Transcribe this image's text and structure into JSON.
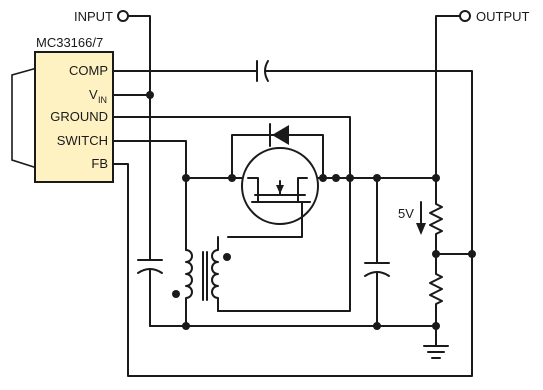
{
  "diagram": {
    "ic_part": "MC33166/7",
    "pins": {
      "comp": "COMP",
      "vin_main": "V",
      "vin_sub": "IN",
      "ground": "GROUND",
      "switch": "SWITCH",
      "fb": "FB"
    },
    "terminals": {
      "input": "INPUT",
      "output": "OUTPUT"
    },
    "annotation": "5V",
    "colors": {
      "ic_fill": "#fff2c2",
      "wire": "#1a1a1a",
      "background": "#ffffff"
    }
  }
}
